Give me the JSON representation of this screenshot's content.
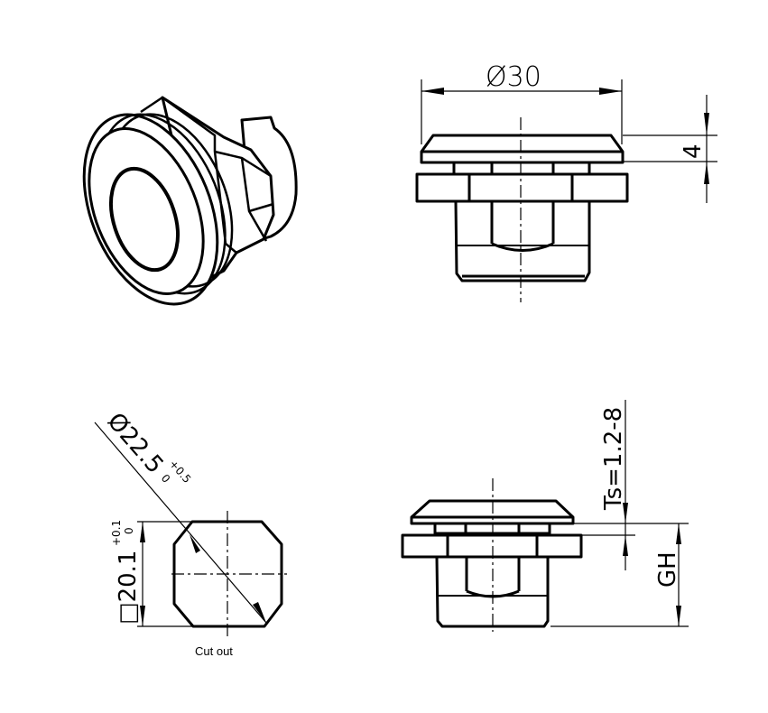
{
  "drawing": {
    "views": [
      {
        "name": "isometric-view",
        "description": "3D isometric view of mounting bush with hex nut"
      },
      {
        "name": "front-view-top",
        "description": "Side elevation with overall diameter and flange height"
      },
      {
        "name": "cutout-view",
        "description": "Panel cut-out shape with dimensions"
      },
      {
        "name": "front-view-bottom",
        "description": "Side elevation showing panel thickness and GH"
      }
    ],
    "dimensions": {
      "diameter_label": "Ø30",
      "diameter_symbol": "Ø",
      "diameter_value": "30",
      "flange_height": "4",
      "cutout_diameter_symbol": "Ø",
      "cutout_diameter_value": "22.5",
      "cutout_diameter_tol_upper": "+0.5",
      "cutout_diameter_tol_lower": "0",
      "cutout_square_symbol": "□",
      "cutout_square_value": "20.1",
      "cutout_square_tol_upper": "+0.1",
      "cutout_square_tol_lower": "0",
      "panel_thickness": "Ts=1.2-8",
      "gh_label": "GH"
    },
    "caption": "Cut out"
  }
}
